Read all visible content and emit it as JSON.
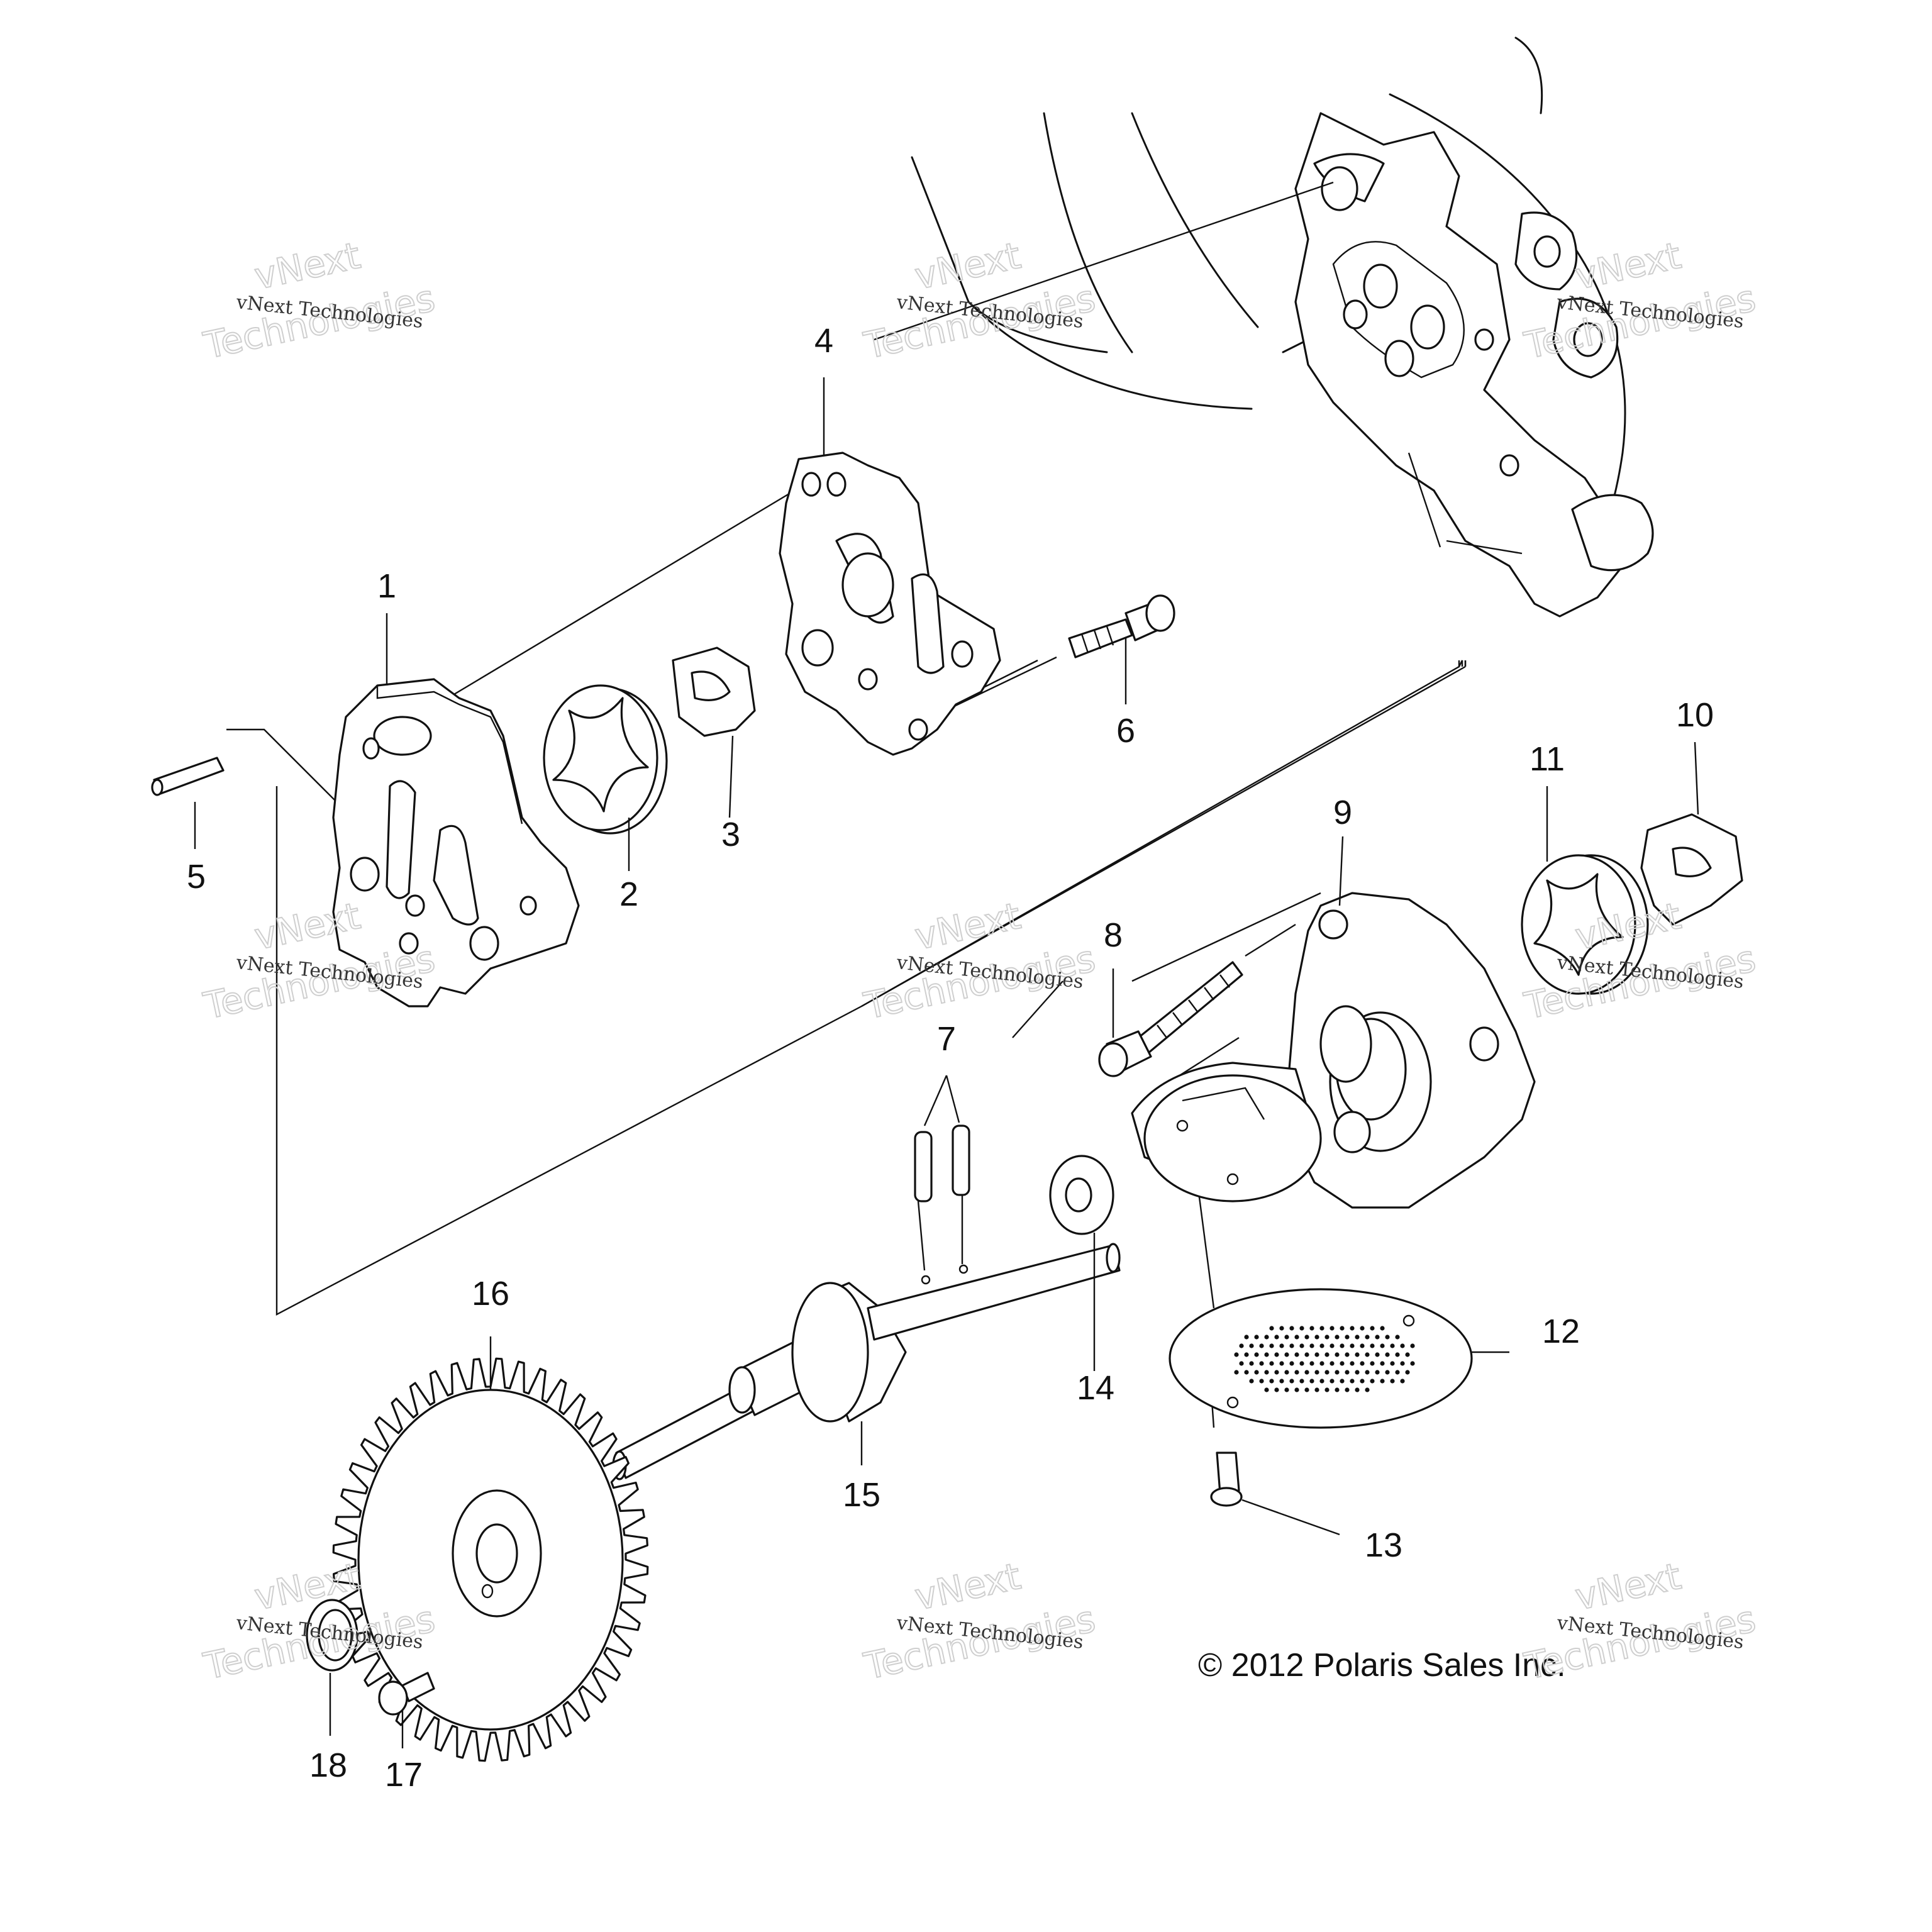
{
  "copyright": "© 2012 Polaris Sales Inc.",
  "watermark": {
    "line_small": "vNext Technologies",
    "line_big_1": "vNext",
    "line_big_2": "Technologies"
  },
  "callouts": [
    {
      "id": "1",
      "label": "1"
    },
    {
      "id": "2",
      "label": "2"
    },
    {
      "id": "3",
      "label": "3"
    },
    {
      "id": "4",
      "label": "4"
    },
    {
      "id": "5",
      "label": "5"
    },
    {
      "id": "6",
      "label": "6"
    },
    {
      "id": "7",
      "label": "7"
    },
    {
      "id": "8",
      "label": "8"
    },
    {
      "id": "9",
      "label": "9"
    },
    {
      "id": "10",
      "label": "10"
    },
    {
      "id": "11",
      "label": "11"
    },
    {
      "id": "12",
      "label": "12"
    },
    {
      "id": "13",
      "label": "13"
    },
    {
      "id": "14",
      "label": "14"
    },
    {
      "id": "15",
      "label": "15"
    },
    {
      "id": "16",
      "label": "16"
    },
    {
      "id": "17",
      "label": "17"
    },
    {
      "id": "18",
      "label": "18"
    }
  ]
}
